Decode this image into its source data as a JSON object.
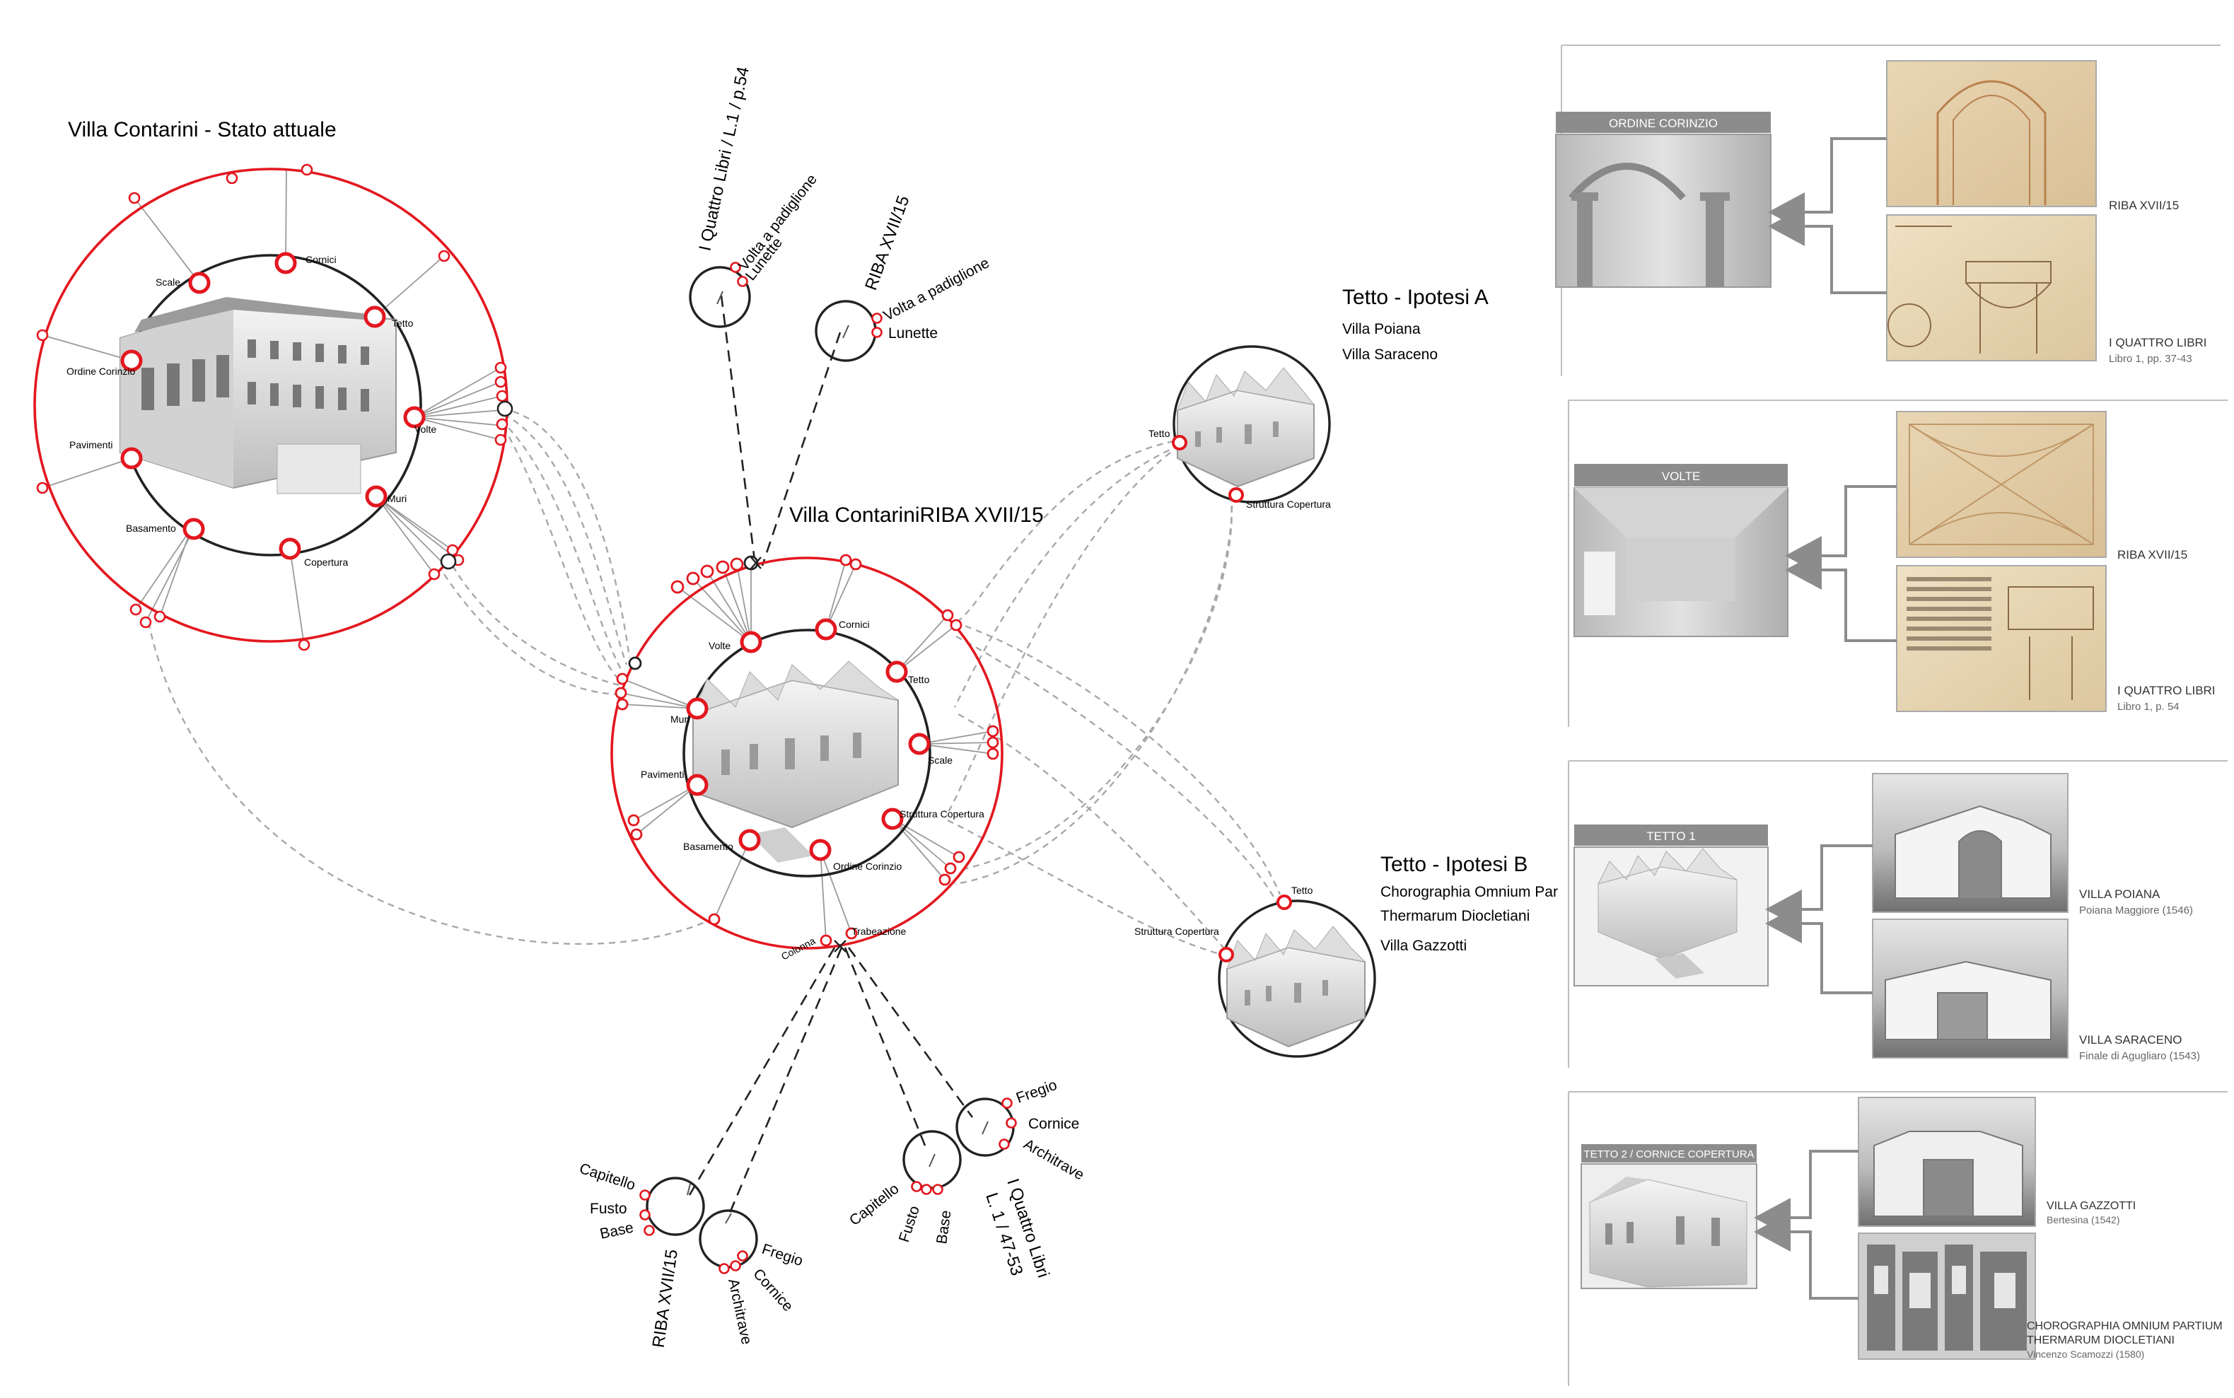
{
  "titles": {
    "main_left": "Villa Contarini - Stato attuale",
    "center": "Villa ContariniRIBA XVII/15",
    "tetto_a": "Tetto - Ipotesi A",
    "tetto_a_sub1": "Villa Poiana",
    "tetto_a_sub2": "Villa Saraceno",
    "tetto_b": "Tetto - Ipotesi B",
    "tetto_b_sub1": "Chorographia Omnium Par",
    "tetto_b_sub2": "Thermarum Diocletiani",
    "tetto_b_sub3": "Villa Gazzotti"
  },
  "left_circle_labels": {
    "scale": "Scale",
    "cornici": "Cornici",
    "tetto": "Tetto",
    "ordine": "Ordine Corinzio",
    "volte": "Volte",
    "pavimenti": "Pavimenti",
    "muri": "Muri",
    "basamento": "Basamento",
    "copertura": "Copertura"
  },
  "center_circle_labels": {
    "volte": "Volte",
    "cornici": "Cornici",
    "tetto": "Tetto",
    "muri": "Muri",
    "scale": "Scale",
    "pavimenti": "Pavimenti",
    "struttura": "Struttura Copertura",
    "basamento": "Basamento",
    "ordine": "Ordine Corinzio",
    "colonna": "Colonna",
    "trabeazione": "Trabeazione"
  },
  "top_sources": {
    "quattro_title": "I Quattro Libri / L.1 / p.54",
    "quattro_item1": "Volta a padiglione",
    "quattro_item2": "Lunette",
    "riba_title": "RIBA XVII/15",
    "riba_item1": "Volta a padiglione",
    "riba_item2": "Lunette"
  },
  "tetto_a_labels": {
    "tetto": "Tetto",
    "struttura": "Struttura Copertura"
  },
  "tetto_b_labels": {
    "tetto": "Tetto",
    "struttura": "Struttura Copertura"
  },
  "bottom_sources": {
    "riba_title": "RIBA XVII/15",
    "riba_col1": "Capitello",
    "riba_col2": "Fusto",
    "riba_col3": "Base",
    "riba_tr1": "Fregio",
    "riba_tr2": "Cornice",
    "riba_tr3": "Architrave",
    "ql_title_1": "I Quattro Libri",
    "ql_title_2": "L. 1 / 47-53",
    "ql_col1": "Capitello",
    "ql_col2": "Fusto",
    "ql_col3": "Base",
    "ql_tr1": "Fregio",
    "ql_tr2": "Cornice",
    "ql_tr3": "Architrave"
  },
  "panels": [
    {
      "header": "ORDINE CORINZIO",
      "cap1_title": "RIBA XVII/15",
      "cap1_sub": "",
      "cap2_title": "I QUATTRO LIBRI",
      "cap2_sub": "Libro 1, pp. 37-43"
    },
    {
      "header": "VOLTE",
      "cap1_title": "RIBA XVII/15",
      "cap1_sub": "",
      "cap2_title": "I QUATTRO LIBRI",
      "cap2_sub": "Libro 1, p. 54"
    },
    {
      "header": "TETTO 1",
      "cap1_title": "VILLA POIANA",
      "cap1_sub": "Poiana Maggiore (1546)",
      "cap2_title": "VILLA SARACENO",
      "cap2_sub": "Finale di Agugliaro (1543)"
    },
    {
      "header": "TETTO 2 / CORNICE COPERTURA",
      "cap1_title": "VILLA GAZZOTTI",
      "cap1_sub": "Bertesina (1542)",
      "cap2_title": "CHOROGRAPHIA OMNIUM PARTIUM",
      "cap2_title2": "THERMARUM DIOCLETIANI",
      "cap2_sub": "Vincenzo Scamozzi (1580)"
    }
  ],
  "colors": {
    "accent_red": "#e3171f",
    "line_black": "#222222",
    "dash_gray": "#a8a8a8",
    "header_gray": "#8c8c8c"
  },
  "icons": [
    "node-ring-icon",
    "building-render-icon",
    "drawing-thumbnail-icon",
    "connector-arrow-icon"
  ]
}
